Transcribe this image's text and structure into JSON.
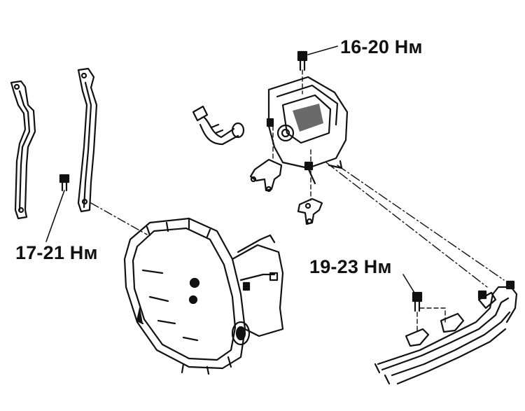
{
  "labels": {
    "torque_top": "16-20 Нм",
    "torque_left": "17-21 Нм",
    "torque_bottom": "19-23 Нм"
  },
  "colors": {
    "ink": "#111111",
    "paper": "#ffffff",
    "shade": "#6a6a6a"
  }
}
